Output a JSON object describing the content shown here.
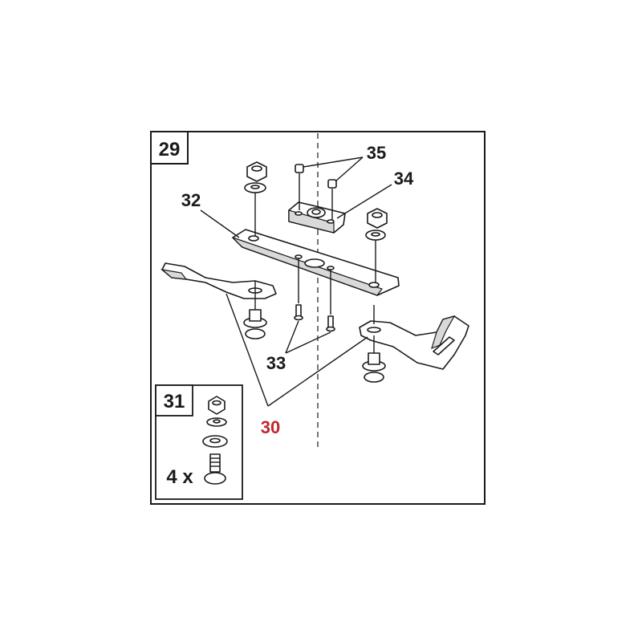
{
  "labels": {
    "group_number": "29",
    "blade_bar": "32",
    "blade_adapter": "34",
    "nuts": "35",
    "screws": "33",
    "blades": "30",
    "kit_number": "31",
    "kit_quantity": "4 x"
  },
  "colors": {
    "line": "#1a1a1a",
    "highlight_label": "#c0272d",
    "background": "#ffffff"
  }
}
